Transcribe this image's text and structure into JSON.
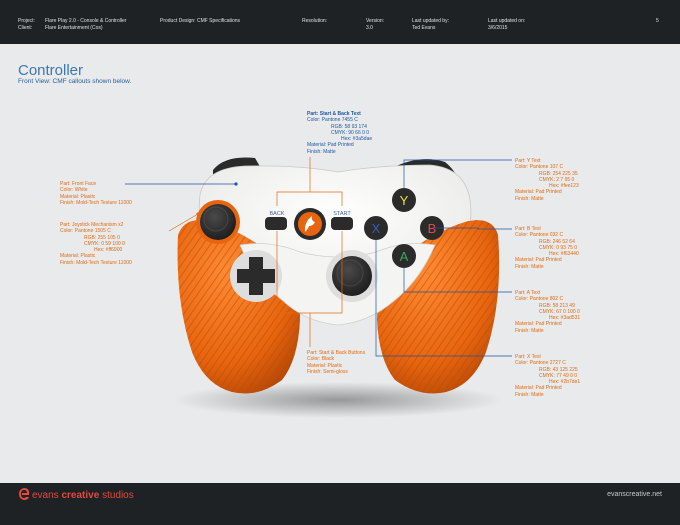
{
  "header": {
    "project_label": "Project:",
    "project_value": "Flare Play 2.0 - Console & Controller",
    "client_label": "Client:",
    "client_value": "Flare Entertainment (Cos)",
    "product_design": "Product Design: CMF Specifications",
    "resolution_label": "Resolution:",
    "version_label": "Version:",
    "version_value": "3.0",
    "updated_by_label": "Last updated by:",
    "updated_by_value": "Ted Evans",
    "updated_on_label": "Last updated on:",
    "updated_on_value": "3/6/2015",
    "page_number": "5"
  },
  "page": {
    "title": "Controller",
    "subtitle": "Front View: CMF callouts shown below."
  },
  "controller": {
    "back_label": "BACK",
    "start_label": "START",
    "y": "Y",
    "b": "B",
    "x": "X",
    "a": "A",
    "colors": {
      "orange": "#e8650f",
      "white": "#f7f7f5",
      "black": "#2b2b2b",
      "y": "#f0e22a",
      "b": "#e5493d",
      "x": "#3a5dae",
      "a": "#3ba55a"
    }
  },
  "callouts": {
    "start_back_text": {
      "title": "Part: Start & Back Text",
      "l1": "Color:   Pantone 7455 C",
      "l2": "RGB: 58 93 174",
      "l3": "CMYK: 90 66 0 0",
      "l4": "Hex: #3a5dae",
      "l5": "Material: Pad Printed",
      "l6": "Finish: Matte"
    },
    "front_face": {
      "title": "Part: Front Face",
      "l1": "Color: White",
      "l2": "Material: Plastic",
      "l3": "Finish: Mold-Tech Texture 11000"
    },
    "joystick": {
      "title": "Part: Joystick Mechanism x2",
      "l1": "Color:   Pantone 1505 C",
      "l2": "RGB: 255 105 0",
      "l3": "CMYK: 0 59 100 0",
      "l4": "Hex: #ff6900",
      "l5": "Material: Plastic",
      "l6": "Finish: Mold-Tech Texture 11000"
    },
    "y_text": {
      "title": "Part: Y Text",
      "l1": "Color:   Pantone 107 C",
      "l2": "RGB: 254 225 35",
      "l3": "CMYK: 2 7 95 0",
      "l4": "Hex: #fee123",
      "l5": "Material: Pad Printed",
      "l6": "Finish: Matte"
    },
    "b_text": {
      "title": "Part: B Text",
      "l1": "Color:   Pantone 032 C",
      "l2": "RGB: 246 52 64",
      "l3": "CMYK: 0 93 75 0",
      "l4": "Hex: #f63440",
      "l5": "Material: Pad Printed",
      "l6": "Finish: Matte"
    },
    "a_text": {
      "title": "Part: A Text",
      "l1": "Color:   Pantone 802 C",
      "l2": "RGB: 58 213 49",
      "l3": "CMYK: 67 0 100 0",
      "l4": "Hex: #3ad531",
      "l5": "Material: Pad Printed",
      "l6": "Finish: Matte"
    },
    "start_back_buttons": {
      "title": "Part: Start & Back Buttons",
      "l1": "Color: Black",
      "l2": "Material: Plastic",
      "l3": "Finish: Semi-gloss"
    },
    "x_text": {
      "title": "Part: X Text",
      "l1": "Color:   Pantone 2727 C",
      "l2": "RGB: 43 125 225",
      "l3": "CMYK: 77 49 0 0",
      "l4": "Hex: #2b7de1",
      "l5": "Material: Pad Printed",
      "l6": "Finish: Matte"
    }
  },
  "footer": {
    "brand_a": "evans",
    "brand_b": "creative",
    "brand_c": "studios",
    "website": "evanscreative.net"
  }
}
